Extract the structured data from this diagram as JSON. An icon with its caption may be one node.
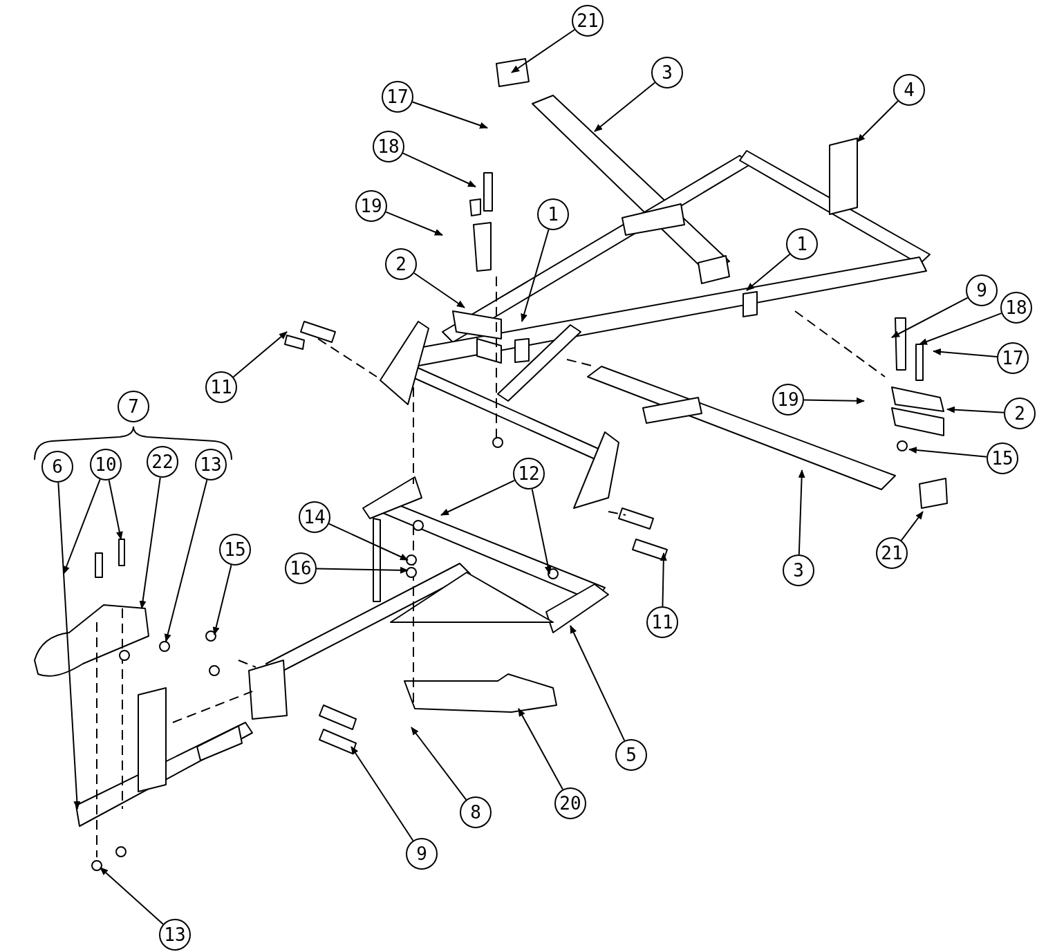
{
  "diagram": {
    "nodes": [
      {
        "text": [
          "21"
        ]
      },
      {
        "text": [
          "3"
        ]
      },
      {
        "text": [
          "4"
        ]
      },
      {
        "text": [
          "17"
        ]
      },
      {
        "text": [
          "18"
        ]
      },
      {
        "text": [
          "19"
        ]
      },
      {
        "text": [
          "1"
        ]
      },
      {
        "text": [
          "1"
        ]
      },
      {
        "text": [
          "2"
        ]
      },
      {
        "text": [
          "9"
        ]
      },
      {
        "text": [
          "18"
        ]
      },
      {
        "text": [
          "17"
        ]
      },
      {
        "text": [
          "19"
        ]
      },
      {
        "text": [
          "2"
        ]
      },
      {
        "text": [
          "15"
        ]
      },
      {
        "text": [
          "11"
        ]
      },
      {
        "text": [
          "7"
        ]
      },
      {
        "text": [
          "6"
        ]
      },
      {
        "text": [
          "10"
        ]
      },
      {
        "text": [
          "22"
        ]
      },
      {
        "text": [
          "13"
        ]
      },
      {
        "text": [
          "15"
        ]
      },
      {
        "text": [
          "14"
        ]
      },
      {
        "text": [
          "16"
        ]
      },
      {
        "text": [
          "12"
        ]
      },
      {
        "text": [
          "3"
        ]
      },
      {
        "text": [
          "21"
        ]
      },
      {
        "text": [
          "11"
        ]
      },
      {
        "text": [
          "5"
        ]
      },
      {
        "text": [
          "20"
        ]
      },
      {
        "text": [
          "8"
        ]
      },
      {
        "text": [
          "9"
        ]
      },
      {
        "text": [
          "13"
        ]
      }
    ],
    "edges": [
      {
        "from": 0,
        "to": null,
        "arrow": "to"
      },
      {
        "from": 1,
        "to": null,
        "arrow": "to"
      },
      {
        "from": 2,
        "to": null,
        "arrow": "to"
      },
      {
        "from": 3,
        "to": null,
        "arrow": "to"
      },
      {
        "from": 4,
        "to": null,
        "arrow": "to"
      },
      {
        "from": 5,
        "to": null,
        "arrow": "to"
      },
      {
        "from": 6,
        "to": null,
        "arrow": "to"
      },
      {
        "from": 7,
        "to": null,
        "arrow": "to"
      },
      {
        "from": 8,
        "to": null,
        "arrow": "to"
      },
      {
        "from": 9,
        "to": null,
        "arrow": "to"
      },
      {
        "from": 10,
        "to": null,
        "arrow": "to"
      },
      {
        "from": 11,
        "to": null,
        "arrow": "to"
      },
      {
        "from": 12,
        "to": null,
        "arrow": "to"
      },
      {
        "from": 13,
        "to": null,
        "arrow": "to"
      },
      {
        "from": 14,
        "to": null,
        "arrow": "to"
      },
      {
        "from": 15,
        "to": null,
        "arrow": "to"
      },
      {
        "from": 17,
        "to": null,
        "arrow": "to"
      },
      {
        "from": 18,
        "to": null,
        "arrow": "to"
      },
      {
        "from": 18,
        "to": null,
        "arrow": "to"
      },
      {
        "from": 19,
        "to": null,
        "arrow": "to"
      },
      {
        "from": 20,
        "to": null,
        "arrow": "to"
      },
      {
        "from": 21,
        "to": null,
        "arrow": "to"
      },
      {
        "from": 22,
        "to": null,
        "arrow": "to"
      },
      {
        "from": 23,
        "to": null,
        "arrow": "to"
      },
      {
        "from": 24,
        "to": null,
        "arrow": "to"
      },
      {
        "from": 24,
        "to": null,
        "arrow": "to"
      },
      {
        "from": 25,
        "to": null,
        "arrow": "to"
      },
      {
        "from": 26,
        "to": null,
        "arrow": "to"
      },
      {
        "from": 27,
        "to": null,
        "arrow": "to"
      },
      {
        "from": 28,
        "to": null,
        "arrow": "to"
      },
      {
        "from": 29,
        "to": null,
        "arrow": "to"
      },
      {
        "from": 30,
        "to": null,
        "arrow": "to"
      },
      {
        "from": 31,
        "to": null,
        "arrow": "to"
      },
      {
        "from": 32,
        "to": null,
        "arrow": "to"
      }
    ]
  }
}
